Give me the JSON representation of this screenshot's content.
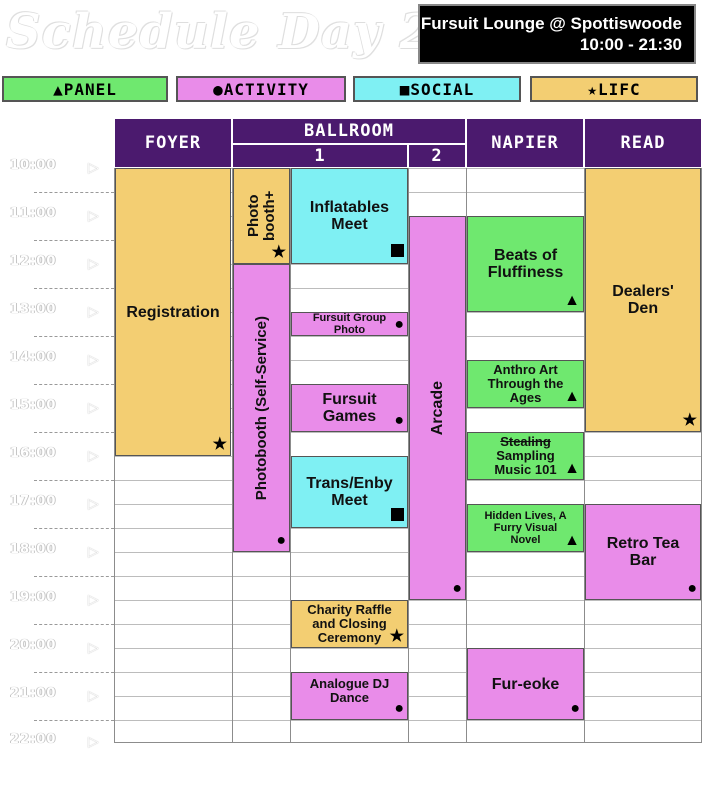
{
  "title": "Schedule Day 2",
  "venue": {
    "line1": "Fursuit Lounge @ Spottiswoode",
    "line2": "10:00 - 21:30"
  },
  "legend": [
    {
      "label": "PANEL",
      "icon": "triangle-icon",
      "glyph": "▲",
      "color": "#6fe86f"
    },
    {
      "label": "ACTIVITY",
      "icon": "circle-icon",
      "glyph": "●",
      "color": "#e98ce9"
    },
    {
      "label": "SOCIAL",
      "icon": "square-icon",
      "glyph": "■",
      "color": "#7ff0f3"
    },
    {
      "label": "LIFC",
      "icon": "star-icon",
      "glyph": "★",
      "color": "#f3ce72"
    }
  ],
  "rooms": {
    "foyer": "FOYER",
    "ballroom": "BALLROOM",
    "ballroom1": "1",
    "ballroom2": "2",
    "napier": "NAPIER",
    "read": "READ"
  },
  "times": [
    "10:00",
    "11:00",
    "12:00",
    "13:00",
    "14:00",
    "15:00",
    "16:00",
    "17:00",
    "18:00",
    "19:00",
    "20:00",
    "21:00",
    "22:00"
  ],
  "events": {
    "registration": {
      "title": "Registration",
      "type": "lifc",
      "icon": "star-icon"
    },
    "photobooth_plus": {
      "title": "Photo booth+",
      "type": "lifc",
      "icon": "star-icon"
    },
    "photobooth_self": {
      "title": "Photobooth (Self-Service)",
      "type": "activity",
      "icon": "circle-icon"
    },
    "inflatables": {
      "title": "Inflatables Meet",
      "type": "social",
      "icon": "square-icon"
    },
    "group_photo": {
      "title": "Fursuit Group Photo",
      "type": "activity",
      "icon": "circle-icon"
    },
    "fursuit_games": {
      "title": "Fursuit Games",
      "type": "activity",
      "icon": "circle-icon"
    },
    "trans_enby": {
      "title": "Trans/Enby Meet",
      "type": "social",
      "icon": "square-icon"
    },
    "charity_raffle": {
      "title": "Charity Raffle and Closing Ceremony",
      "type": "lifc",
      "icon": "star-icon"
    },
    "analogue_dj": {
      "title": "Analogue DJ Dance",
      "type": "activity",
      "icon": "circle-icon"
    },
    "arcade": {
      "title": "Arcade",
      "type": "activity",
      "icon": "circle-icon"
    },
    "beats": {
      "title": "Beats of Fluffiness",
      "type": "panel",
      "icon": "triangle-icon"
    },
    "anthro_art": {
      "title": "Anthro Art Through the Ages",
      "type": "panel",
      "icon": "triangle-icon"
    },
    "sampling_strike": "Stealing",
    "sampling": {
      "title": "Sampling Music 101",
      "type": "panel",
      "icon": "triangle-icon"
    },
    "hidden_lives": {
      "title": "Hidden Lives, A Furry Visual Novel",
      "type": "panel",
      "icon": "triangle-icon"
    },
    "fur_eoke": {
      "title": "Fur-eoke",
      "type": "activity",
      "icon": "circle-icon"
    },
    "dealers_den": {
      "title": "Dealers' Den",
      "type": "lifc",
      "icon": "star-icon"
    },
    "retro_tea": {
      "title": "Retro Tea Bar",
      "type": "activity",
      "icon": "circle-icon"
    }
  }
}
